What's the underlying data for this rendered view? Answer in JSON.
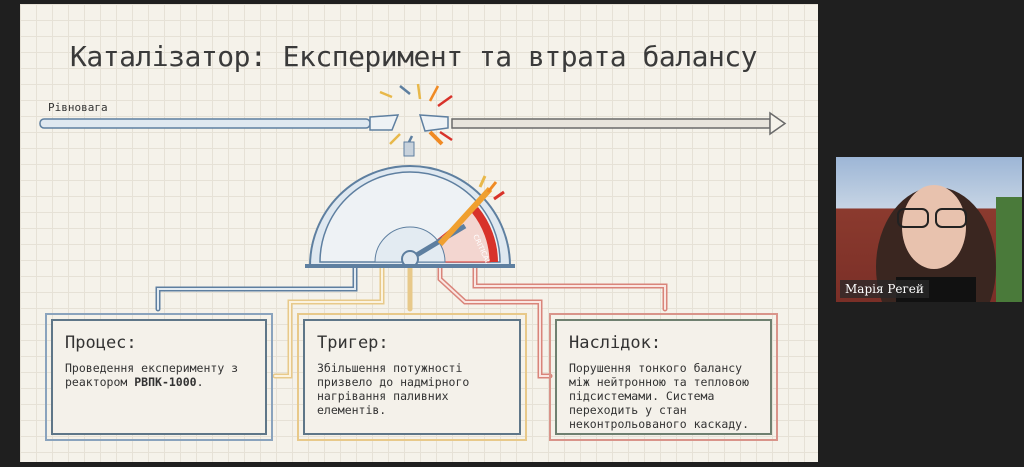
{
  "slide": {
    "title": "Каталізатор: Експеримент та втрата балансу",
    "equilibrium_label": "Рівновага",
    "gauge_label": "CRITICAL",
    "boxes": [
      {
        "heading": "Процес:",
        "text_before": "Проведення експерименту з реактором ",
        "text_bold": "РВПК-1000",
        "text_after": "."
      },
      {
        "heading": "Тригер:",
        "text": "Збільшення потужності призвело до надмірного нагрівання паливних елементів."
      },
      {
        "heading": "Наслідок:",
        "text": "Порушення тонкого балансу між нейтронною та тепловою підсистемами. Система переходить у стан неконтрольованого каскаду."
      }
    ]
  },
  "video": {
    "participant_name": "Марія Регей"
  },
  "colors": {
    "blue": "#5e7fa0",
    "yellow": "#e8c98a",
    "red": "#d9847a",
    "critical": "#d8322a"
  }
}
